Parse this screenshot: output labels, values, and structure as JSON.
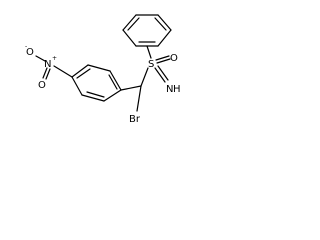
{
  "molecule": {
    "atoms": {
      "nitrogen_nitro": "N",
      "nitro_o_left": "O",
      "nitro_o_right": "O",
      "minus_sign": "-",
      "plus_sign": "+",
      "sulfur": "S",
      "sulfonyl_oxygen": "O",
      "imine_nitrogen": "N",
      "imine_hydrogen": "H",
      "bromine": "Br"
    },
    "groups": [
      "4-nitrophenyl",
      "phenyl",
      "sulfoximine",
      "bromomethyl"
    ]
  },
  "colors": {
    "bond": "#000000",
    "label": "#000000",
    "background": "#ffffff"
  }
}
